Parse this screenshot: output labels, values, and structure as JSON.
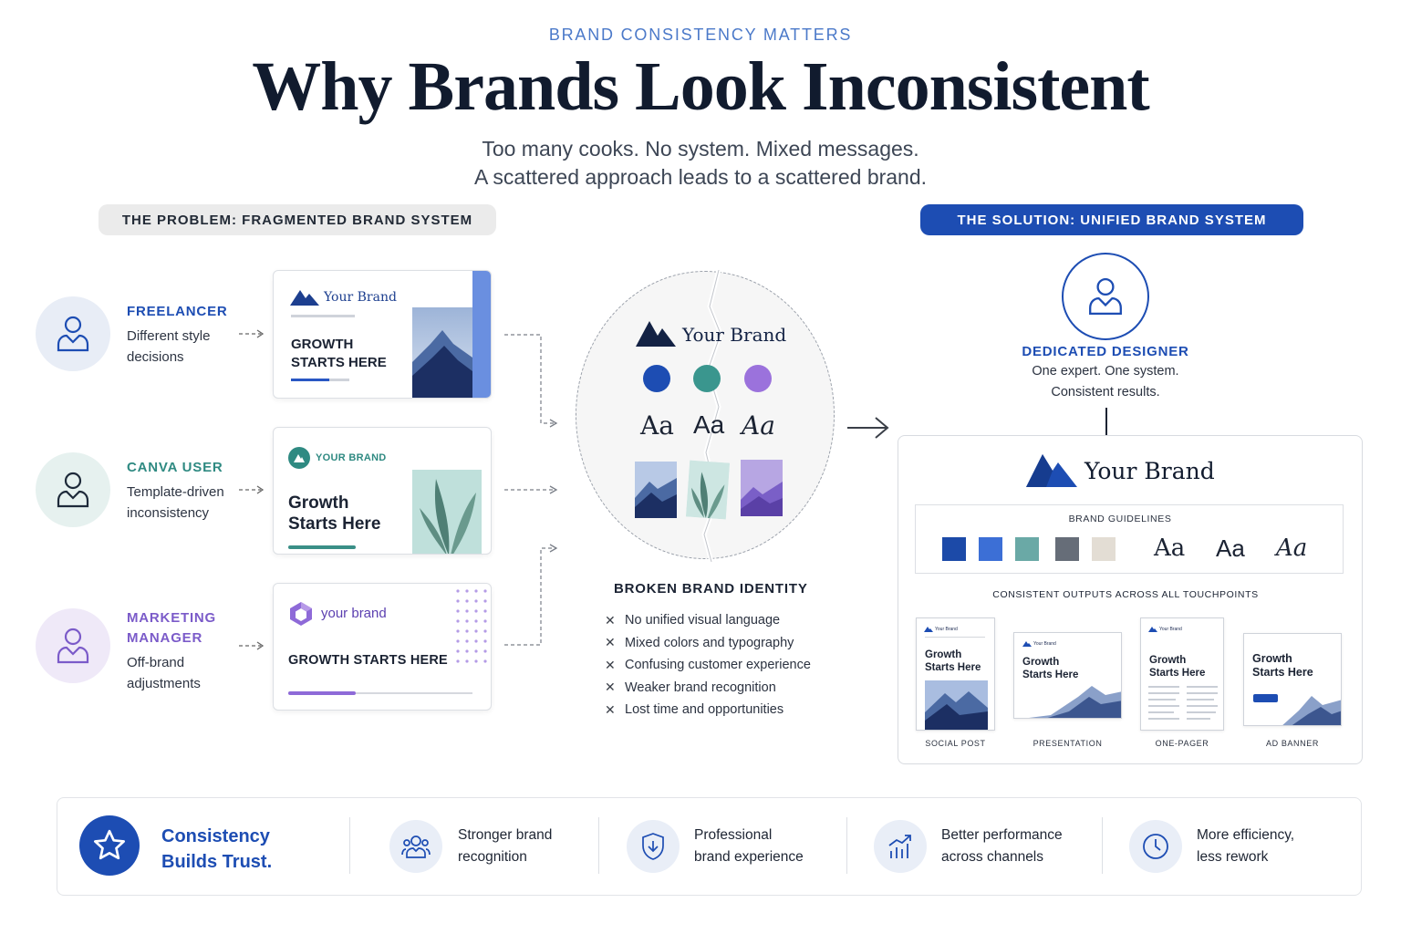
{
  "header": {
    "eyebrow": "BRAND CONSISTENCY MATTERS",
    "title": "Why Brands Look Inconsistent",
    "subtitle_line1": "Too many cooks. No system. Mixed messages.",
    "subtitle_line2": "A scattered approach leads to a scattered brand."
  },
  "problem": {
    "label": "THE PROBLEM: FRAGMENTED BRAND SYSTEM",
    "personas": [
      {
        "title": "FREELANCER",
        "desc_line1": "Different style",
        "desc_line2": "decisions",
        "color": "#1d4db3"
      },
      {
        "title": "CANVA USER",
        "desc_line1": "Template-driven",
        "desc_line2": "inconsistency",
        "color": "#2f8a82"
      },
      {
        "title_line1": "MARKETING",
        "title_line2": "MANAGER",
        "desc_line1": "Off-brand",
        "desc_line2": "adjustments",
        "color": "#7b5bc9"
      }
    ],
    "cards": [
      {
        "brand": "Your Brand",
        "headline_line1": "GROWTH",
        "headline_line2": "STARTS HERE"
      },
      {
        "brand": "YOUR BRAND",
        "headline_line1": "Growth",
        "headline_line2": "Starts Here"
      },
      {
        "brand": "your brand",
        "headline": "GROWTH STARTS HERE"
      }
    ]
  },
  "broken": {
    "brand": "Your Brand",
    "colors": [
      "#1d4db3",
      "#3a968e",
      "#9b72dc"
    ],
    "type_samples": [
      "Aa",
      "Aa",
      "Aa"
    ],
    "title": "BROKEN BRAND IDENTITY",
    "issues": [
      "No unified visual language",
      "Mixed colors and typography",
      "Confusing customer experience",
      "Weaker brand recognition",
      "Lost time and opportunities"
    ]
  },
  "solution": {
    "label": "THE SOLUTION: UNIFIED BRAND SYSTEM",
    "designer_title": "DEDICATED DESIGNER",
    "designer_line1": "One expert. One system.",
    "designer_line2": "Consistent results.",
    "brand": "Your Brand",
    "guidelines_label": "BRAND GUIDELINES",
    "swatches": [
      "#1c4aa8",
      "#3c6fd6",
      "#6aa9a6",
      "#666d78",
      "#e3ddd4"
    ],
    "type_samples": [
      "Aa",
      "Aa",
      "Aa"
    ],
    "outputs_label": "CONSISTENT OUTPUTS ACROSS ALL TOUCHPOINTS",
    "touchpoints": [
      {
        "brand": "Your Brand",
        "headline_line1": "Growth",
        "headline_line2": "Starts Here",
        "label": "SOCIAL POST"
      },
      {
        "brand": "Your Brand",
        "headline_line1": "Growth",
        "headline_line2": "Starts Here",
        "label": "PRESENTATION"
      },
      {
        "brand": "Your Brand",
        "headline_line1": "Growth",
        "headline_line2": "Starts Here",
        "label": "ONE-PAGER"
      },
      {
        "headline_line1": "Growth",
        "headline_line2": "Starts Here",
        "label": "AD BANNER"
      }
    ]
  },
  "benefits": {
    "lead_line1": "Consistency",
    "lead_line2": "Builds Trust.",
    "items": [
      {
        "line1": "Stronger brand",
        "line2": "recognition",
        "icon": "users-icon"
      },
      {
        "line1": "Professional",
        "line2": "brand experience",
        "icon": "shield-icon"
      },
      {
        "line1": "Better performance",
        "line2": "across channels",
        "icon": "chart-icon"
      },
      {
        "line1": "More efficiency,",
        "line2": "less rework",
        "icon": "clock-icon"
      }
    ]
  }
}
